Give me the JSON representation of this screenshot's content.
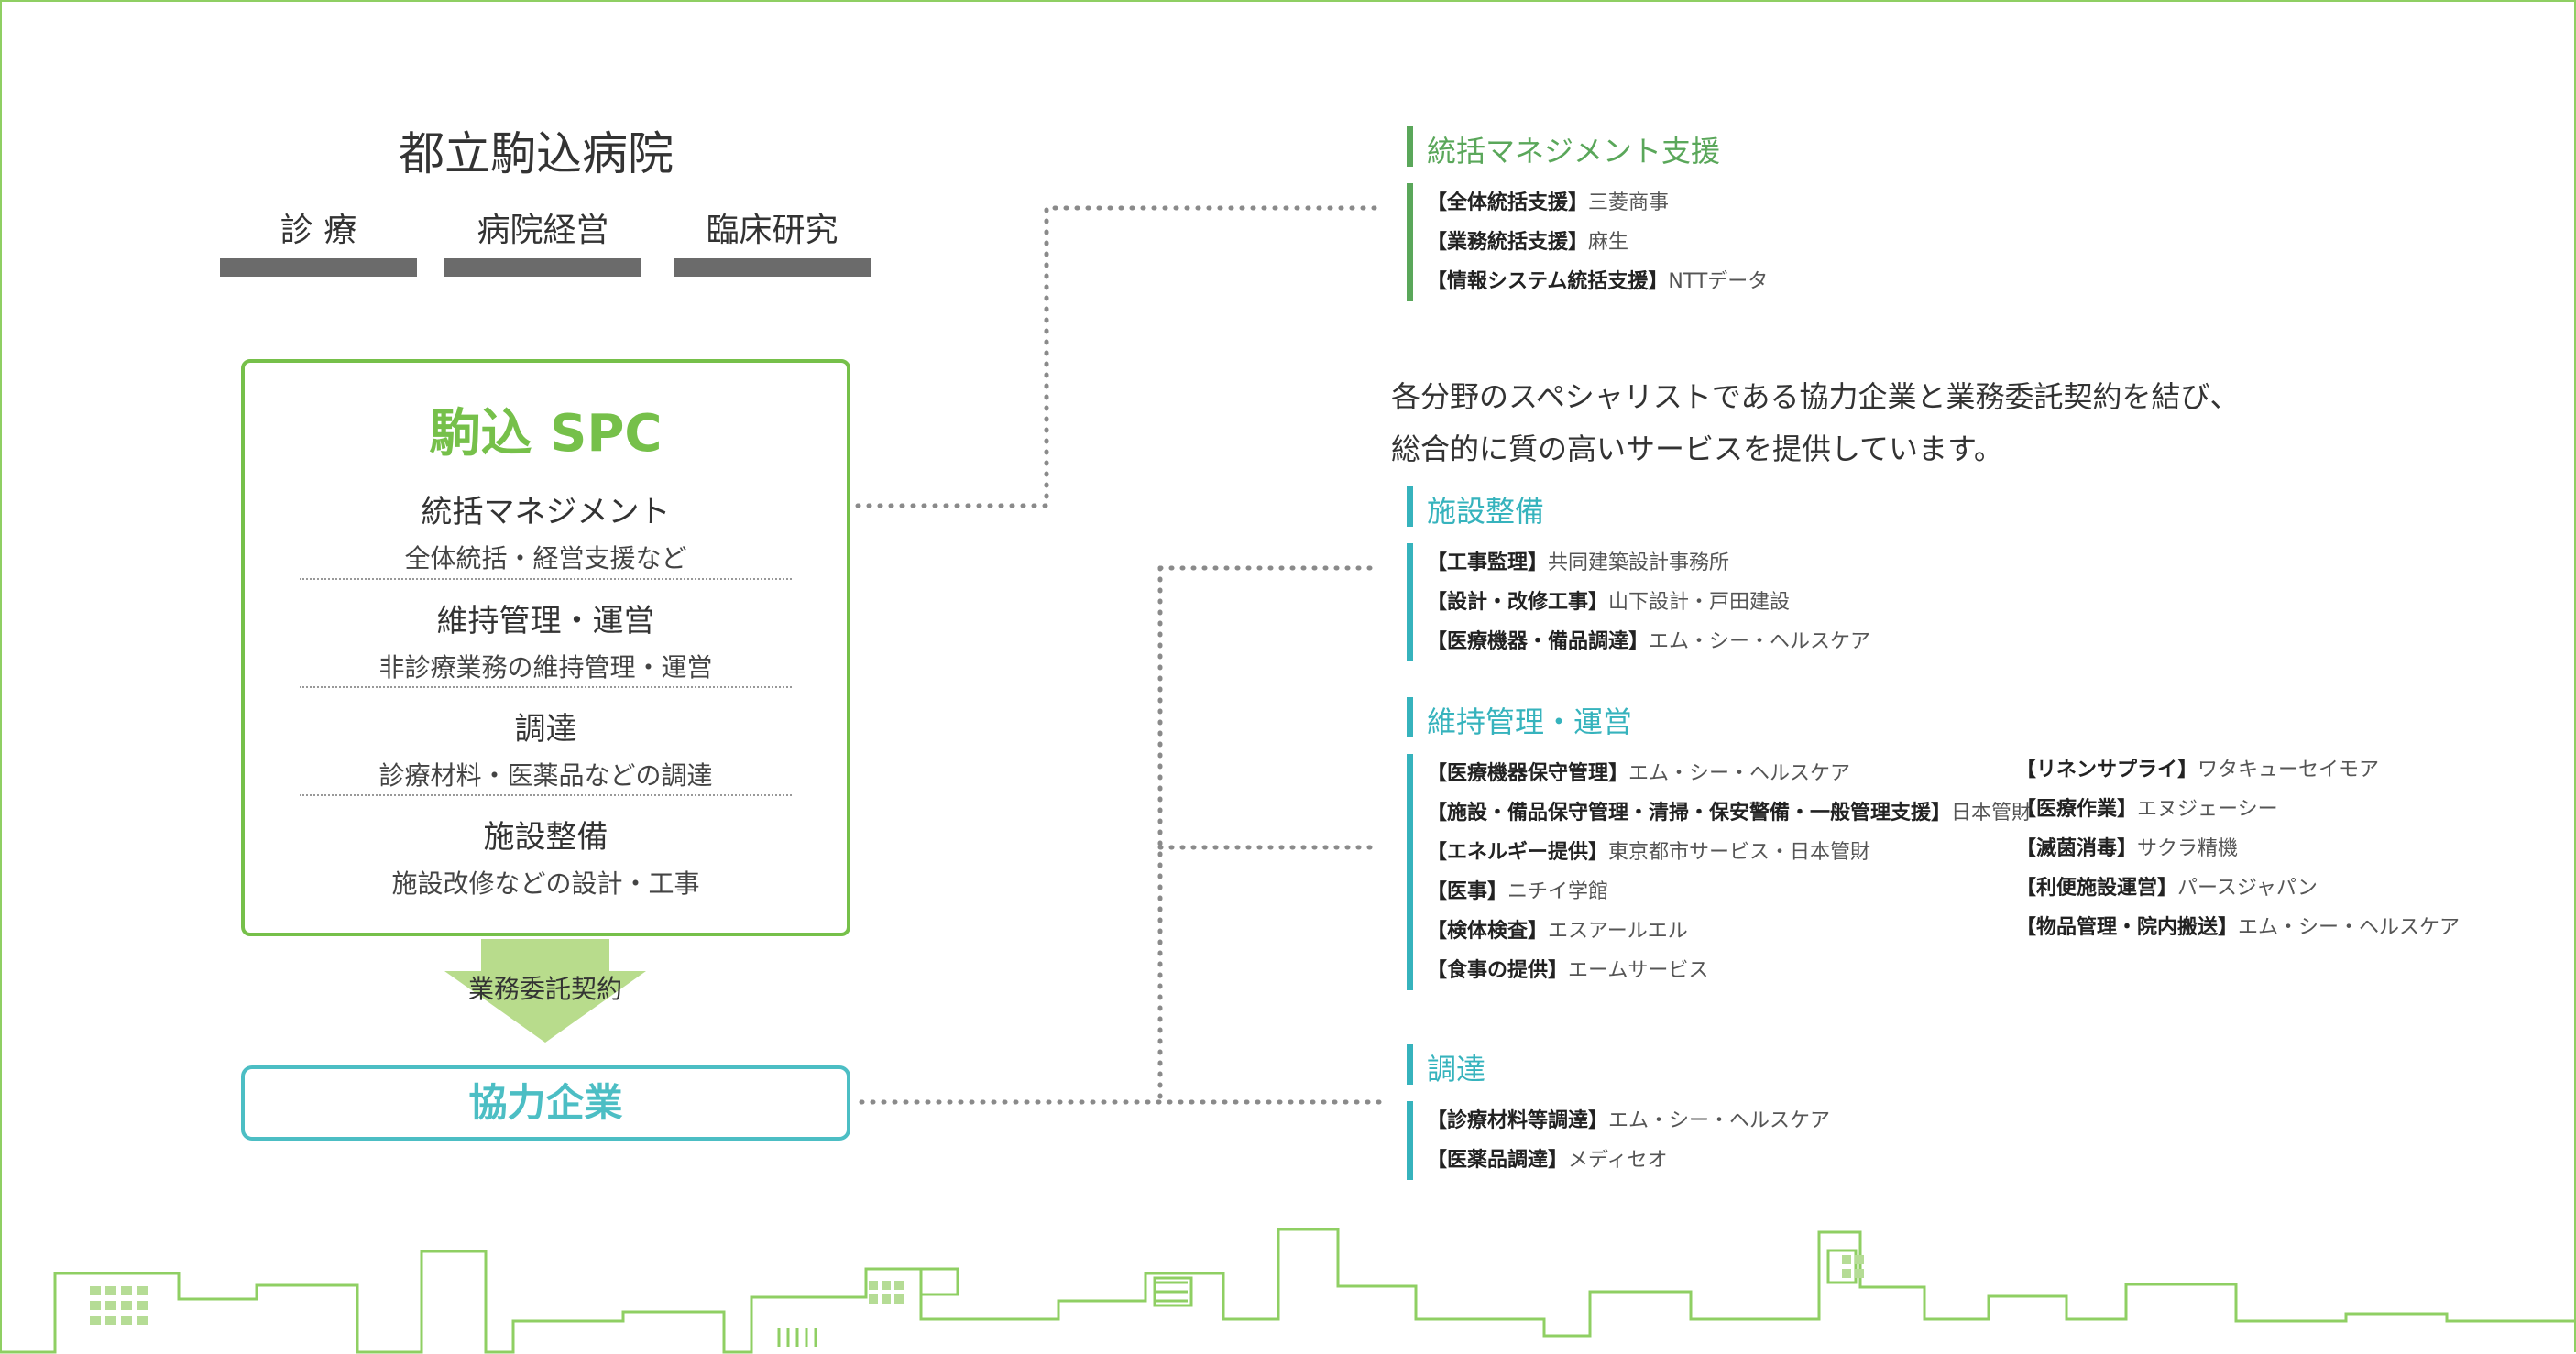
{
  "colors": {
    "green": "#76c04a",
    "teal": "#4cbec4",
    "section_green": "#5aa75a",
    "section_teal": "#36b3bd",
    "dept_bar": "#6b6b6b"
  },
  "hospital": {
    "name": "都立駒込病院",
    "departments": [
      "診 療",
      "病院経営",
      "臨床研究"
    ]
  },
  "spc": {
    "title": "駒込 SPC",
    "functions": [
      {
        "title": "統括マネジメント",
        "sub": "全体統括・経営支援など"
      },
      {
        "title": "維持管理・運営",
        "sub": "非診療業務の維持管理・運営"
      },
      {
        "title": "調達",
        "sub": "診療材料・医薬品などの調達"
      },
      {
        "title": "施設整備",
        "sub": "施設改修などの設計・工事"
      }
    ]
  },
  "contract_label": "業務委託契約",
  "partners_label": "協力企業",
  "intro": [
    "各分野のスペシャリストである協力企業と業務委託契約を結び、",
    "総合的に質の高いサービスを提供しています。"
  ],
  "sections": {
    "management": {
      "title": "統括マネジメント支援",
      "items": [
        {
          "role": "【全体統括支援】",
          "company": "三菱商事"
        },
        {
          "role": "【業務統括支援】",
          "company": "麻生"
        },
        {
          "role": "【情報システム統括支援】",
          "company": "NTTデータ"
        }
      ]
    },
    "facility": {
      "title": "施設整備",
      "items": [
        {
          "role": "【工事監理】",
          "company": "共同建築設計事務所"
        },
        {
          "role": "【設計・改修工事】",
          "company": "山下設計・戸田建設"
        },
        {
          "role": "【医療機器・備品調達】",
          "company": "エム・シー・ヘルスケア"
        }
      ]
    },
    "operation": {
      "title": "維持管理・運営",
      "items": [
        {
          "role": "【医療機器保守管理】",
          "company": "エム・シー・ヘルスケア"
        },
        {
          "role": "【施設・備品保守管理・清掃・保安警備・一般管理支援】",
          "company": "日本管財"
        },
        {
          "role": "【エネルギー提供】",
          "company": "東京都市サービス・日本管財"
        },
        {
          "role": "【医事】",
          "company": "ニチイ学館"
        },
        {
          "role": "【検体検査】",
          "company": "エスアールエル"
        },
        {
          "role": "【食事の提供】",
          "company": "エームサービス"
        }
      ],
      "items2": [
        {
          "role": "【リネンサプライ】",
          "company": "ワタキューセイモア"
        },
        {
          "role": "【医療作業】",
          "company": "エヌジェーシー"
        },
        {
          "role": "【滅菌消毒】",
          "company": "サクラ精機"
        },
        {
          "role": "【利便施設運営】",
          "company": "パースジャパン"
        },
        {
          "role": "【物品管理・院内搬送】",
          "company": "エム・シー・ヘルスケア"
        }
      ]
    },
    "procurement": {
      "title": "調達",
      "items": [
        {
          "role": "【診療材料等調達】",
          "company": "エム・シー・ヘルスケア"
        },
        {
          "role": "【医薬品調達】",
          "company": "メディセオ"
        }
      ]
    }
  }
}
